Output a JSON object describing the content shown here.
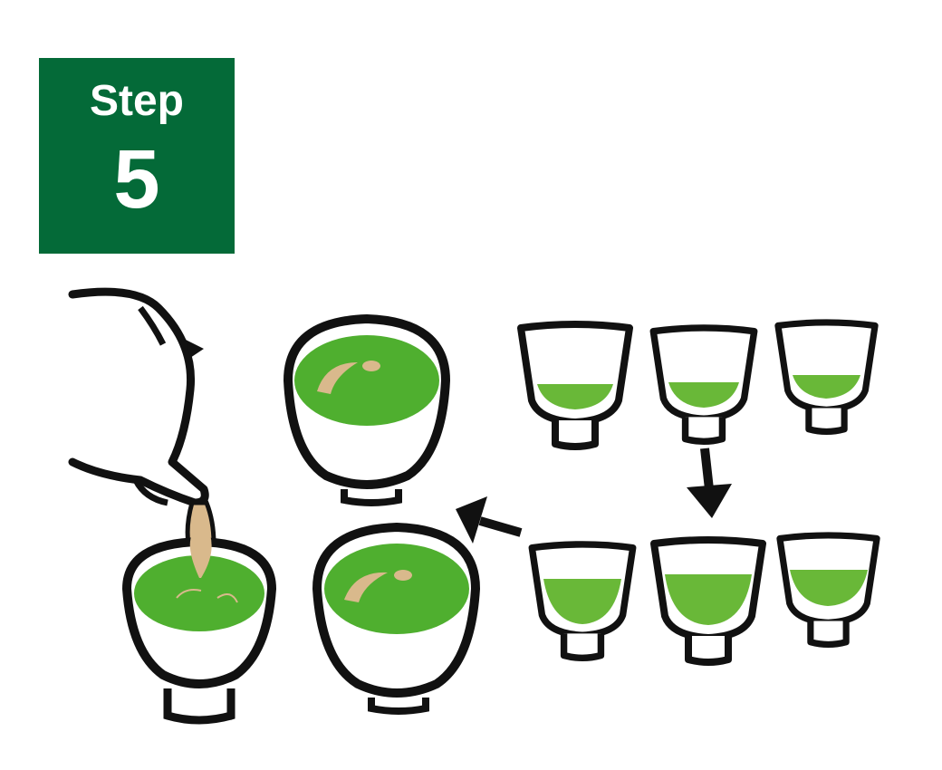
{
  "step": {
    "label": "Step",
    "number": "5"
  },
  "illustration": {
    "teapot_icon": "teapot-pouring-icon",
    "colors": {
      "badge": "#046a38",
      "tea": "#4faf2f",
      "tea_light": "#69b838",
      "stream": "#d9b98c",
      "outline": "#111111"
    },
    "cups": [
      {
        "name": "small-cup-1",
        "fill_level": 0.22
      },
      {
        "name": "small-cup-2",
        "fill_level": 0.22
      },
      {
        "name": "small-cup-3",
        "fill_level": 0.22
      },
      {
        "name": "small-cup-4",
        "fill_level": 0.5
      },
      {
        "name": "small-cup-5",
        "fill_level": 0.55
      },
      {
        "name": "small-cup-6",
        "fill_level": 0.5
      }
    ]
  }
}
